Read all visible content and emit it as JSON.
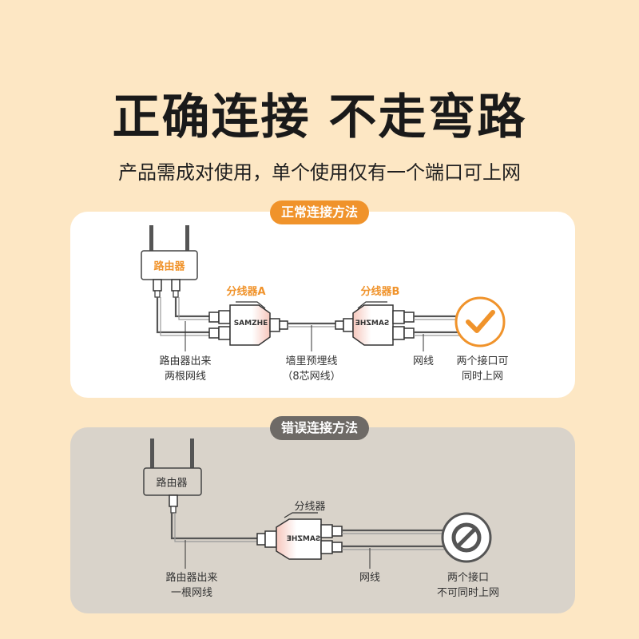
{
  "title": "正确连接 不走弯路",
  "subtitle": "产品需成对使用，单个使用仅有一个端口可上网",
  "correct": {
    "badge": "正常连接方法",
    "router_label": "路由器",
    "splitter_a_label": "分线器A",
    "splitter_b_label": "分线器B",
    "brand_a": "SAMZHE",
    "brand_b": "SAMZHE",
    "router_cable_label_1": "路由器出来",
    "router_cable_label_2": "两根网线",
    "wall_label_1": "墙里预埋线",
    "wall_label_2": "（8芯网线）",
    "net_label": "网线",
    "result_label_1": "两个接口可",
    "result_label_2": "同时上网",
    "result_icon": "check-icon",
    "accent_color": "#f0932b"
  },
  "wrong": {
    "badge": "错误连接方法",
    "router_label": "路由器",
    "splitter_label": "分线器",
    "brand": "SAMZHE",
    "router_cable_label_1": "路由器出来",
    "router_cable_label_2": "一根网线",
    "net_label": "网线",
    "result_label_1": "两个接口",
    "result_label_2": "不可同时上网",
    "result_icon": "prohibited-icon",
    "accent_color": "#6e6a66"
  }
}
